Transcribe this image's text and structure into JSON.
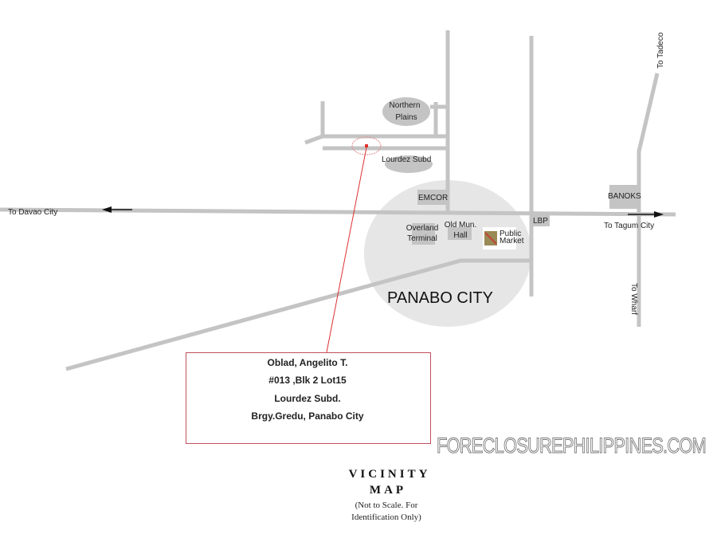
{
  "map": {
    "city": "PANABO CITY",
    "places": {
      "northern_plains": [
        "Northern",
        "Plains"
      ],
      "lourdez": "Lourdez Subd",
      "emcor": "EMCOR",
      "overland": [
        "Overland",
        "Terminal"
      ],
      "old_mun_hall": [
        "Old Mun.",
        "Hall"
      ],
      "public_market": [
        "Public",
        "Market"
      ],
      "lbp": "LBP",
      "banoks": "BANOKS"
    },
    "directions": {
      "davao": "To Davao  City",
      "tagum": "To Tagum City",
      "wharf": "To Wharf",
      "tadeco": "To Tadeco"
    },
    "colors": {
      "road": "#c4c4c4",
      "marker": "#e03030",
      "circle": "#e6e6e6"
    }
  },
  "address": {
    "name": "Oblad, Angelito T.",
    "lot": "#013 ,Blk 2 Lot15",
    "subd": "Lourdez Subd.",
    "brgy": "Brgy.Gredu, Panabo City"
  },
  "watermark": "FORECLOSUREPHILIPPINES.COM",
  "caption": {
    "line1": "VICINITY",
    "line2": "MAP",
    "note1": "(Not  to Scale. For",
    "note2": "Identification Only)"
  }
}
